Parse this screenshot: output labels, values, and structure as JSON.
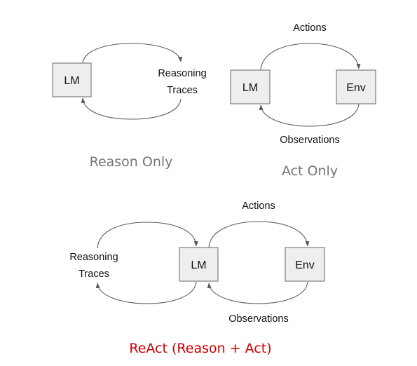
{
  "reason_only": {
    "lm": "LM",
    "output_line1": "Reasoning",
    "output_line2": "Traces",
    "caption": "Reason Only"
  },
  "act_only": {
    "lm": "LM",
    "env": "Env",
    "actions": "Actions",
    "observations": "Observations",
    "caption": "Act Only"
  },
  "react": {
    "lm": "LM",
    "env": "Env",
    "actions": "Actions",
    "observations": "Observations",
    "reasoning_line1": "Reasoning",
    "reasoning_line2": "Traces",
    "caption": "ReAct (Reason + Act)"
  },
  "colors": {
    "caption_gray": "#757575",
    "caption_red": "#cc0000",
    "box_fill": "#eeeeee",
    "box_stroke": "#666666",
    "edge": "#595959"
  }
}
